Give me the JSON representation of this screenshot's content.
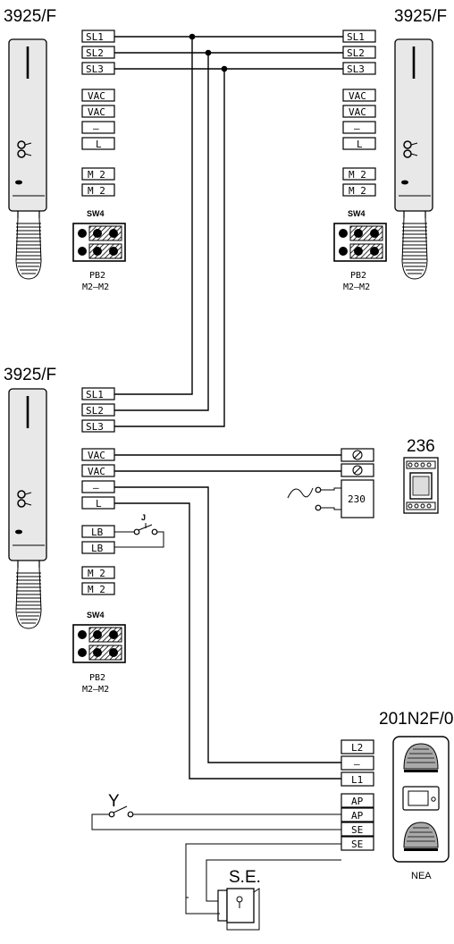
{
  "handset_model": "3925/F",
  "handsets": [
    {
      "id": "top-left",
      "label": "3925/F"
    },
    {
      "id": "top-right",
      "label": "3925/F"
    },
    {
      "id": "middle",
      "label": "3925/F"
    }
  ],
  "terminals": {
    "sl1": "SL1",
    "sl2": "SL2",
    "sl3": "SL3",
    "vac": "VAC",
    "minus": "—",
    "l": "L",
    "m2": "M 2",
    "lb": "LB"
  },
  "jumper": {
    "block_label": "SW4",
    "caption_1": "PB2",
    "caption_2": "M2–M2"
  },
  "switch_j": "J",
  "power_supply": {
    "label": "236",
    "input": "230"
  },
  "panel": {
    "label": "201N2F/0",
    "brand": "NEA",
    "terminals": [
      "L2",
      "—",
      "L1",
      "AP",
      "AP",
      "SE",
      "SE"
    ]
  },
  "pushbutton_y": "Y",
  "lock": "S.E.",
  "colors": {
    "ink": "#000000",
    "background": "#ffffff",
    "handset_gray": "#e6e6e6",
    "panel_gray": "#bdbdbd"
  }
}
